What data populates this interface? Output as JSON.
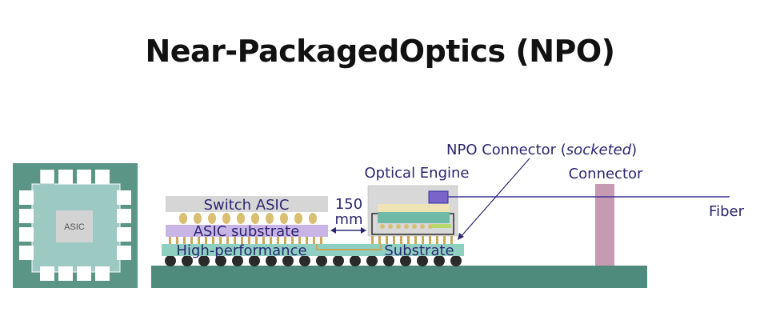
{
  "title": "Near-PackagedOptics (NPO)",
  "labels": {
    "asic_top": "ASIC",
    "switch_asic": "Switch ASIC",
    "asic_substrate": "ASIC substrate",
    "distance_value": "150",
    "distance_unit": "mm",
    "high_performance": "High-performance",
    "substrate": "Substrate",
    "optical_engine": "Optical Engine",
    "npo_connector": "NPO Connector (",
    "npo_connector_italic": "socketed",
    "npo_connector_close": ")",
    "connector": "Connector",
    "fiber": "Fiber"
  },
  "colors": {
    "board": "#4e8b7c",
    "asic_package": "#5a9585",
    "asic_die": "#9cc9c1",
    "switch_asic": "#d6d6d6",
    "bump": "#d9bf72",
    "asic_substrate": "#c8b5e6",
    "hp_substrate": "#8fcfc2",
    "ball": "#2a2a2a",
    "engine_body": "#d8d8d8",
    "engine_inner": "#6fb9a7",
    "fiber_line": "#3a3399",
    "connector_port": "#7a63c9",
    "connector_post": "#c69ab0",
    "pin": "#c9a85a"
  }
}
